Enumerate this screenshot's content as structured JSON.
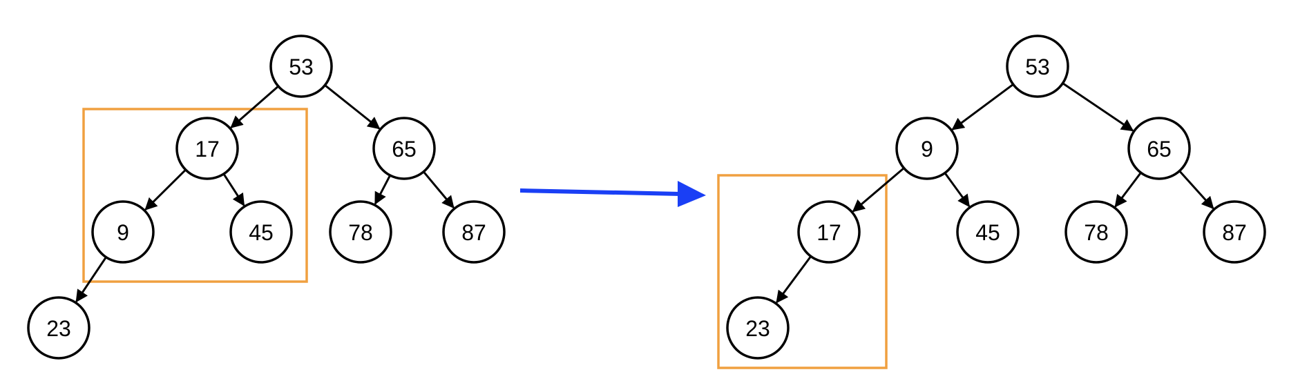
{
  "colors": {
    "background": "#ffffff",
    "node_stroke": "#000000",
    "edge": "#000000",
    "highlight_box": "#f0a040",
    "transition_arrow": "#1a3ff5"
  },
  "before_tree": {
    "nodes": [
      {
        "id": "b53",
        "label": "53"
      },
      {
        "id": "b17",
        "label": "17"
      },
      {
        "id": "b65",
        "label": "65"
      },
      {
        "id": "b9",
        "label": "9"
      },
      {
        "id": "b45",
        "label": "45"
      },
      {
        "id": "b78",
        "label": "78"
      },
      {
        "id": "b87",
        "label": "87"
      },
      {
        "id": "b23",
        "label": "23"
      }
    ],
    "edges": [
      {
        "from": "b53",
        "to": "b17"
      },
      {
        "from": "b53",
        "to": "b65"
      },
      {
        "from": "b17",
        "to": "b9"
      },
      {
        "from": "b17",
        "to": "b45"
      },
      {
        "from": "b65",
        "to": "b78"
      },
      {
        "from": "b65",
        "to": "b87"
      },
      {
        "from": "b9",
        "to": "b23"
      }
    ],
    "highlighted_subtree": [
      "b17",
      "b9",
      "b45"
    ]
  },
  "after_tree": {
    "nodes": [
      {
        "id": "a53",
        "label": "53"
      },
      {
        "id": "a9",
        "label": "9"
      },
      {
        "id": "a65",
        "label": "65"
      },
      {
        "id": "a17",
        "label": "17"
      },
      {
        "id": "a45",
        "label": "45"
      },
      {
        "id": "a78",
        "label": "78"
      },
      {
        "id": "a87",
        "label": "87"
      },
      {
        "id": "a23",
        "label": "23"
      }
    ],
    "edges": [
      {
        "from": "a53",
        "to": "a9"
      },
      {
        "from": "a53",
        "to": "a65"
      },
      {
        "from": "a9",
        "to": "a17"
      },
      {
        "from": "a9",
        "to": "a45"
      },
      {
        "from": "a65",
        "to": "a78"
      },
      {
        "from": "a65",
        "to": "a87"
      },
      {
        "from": "a17",
        "to": "a23"
      }
    ],
    "highlighted_subtree": [
      "a17",
      "a23"
    ]
  }
}
